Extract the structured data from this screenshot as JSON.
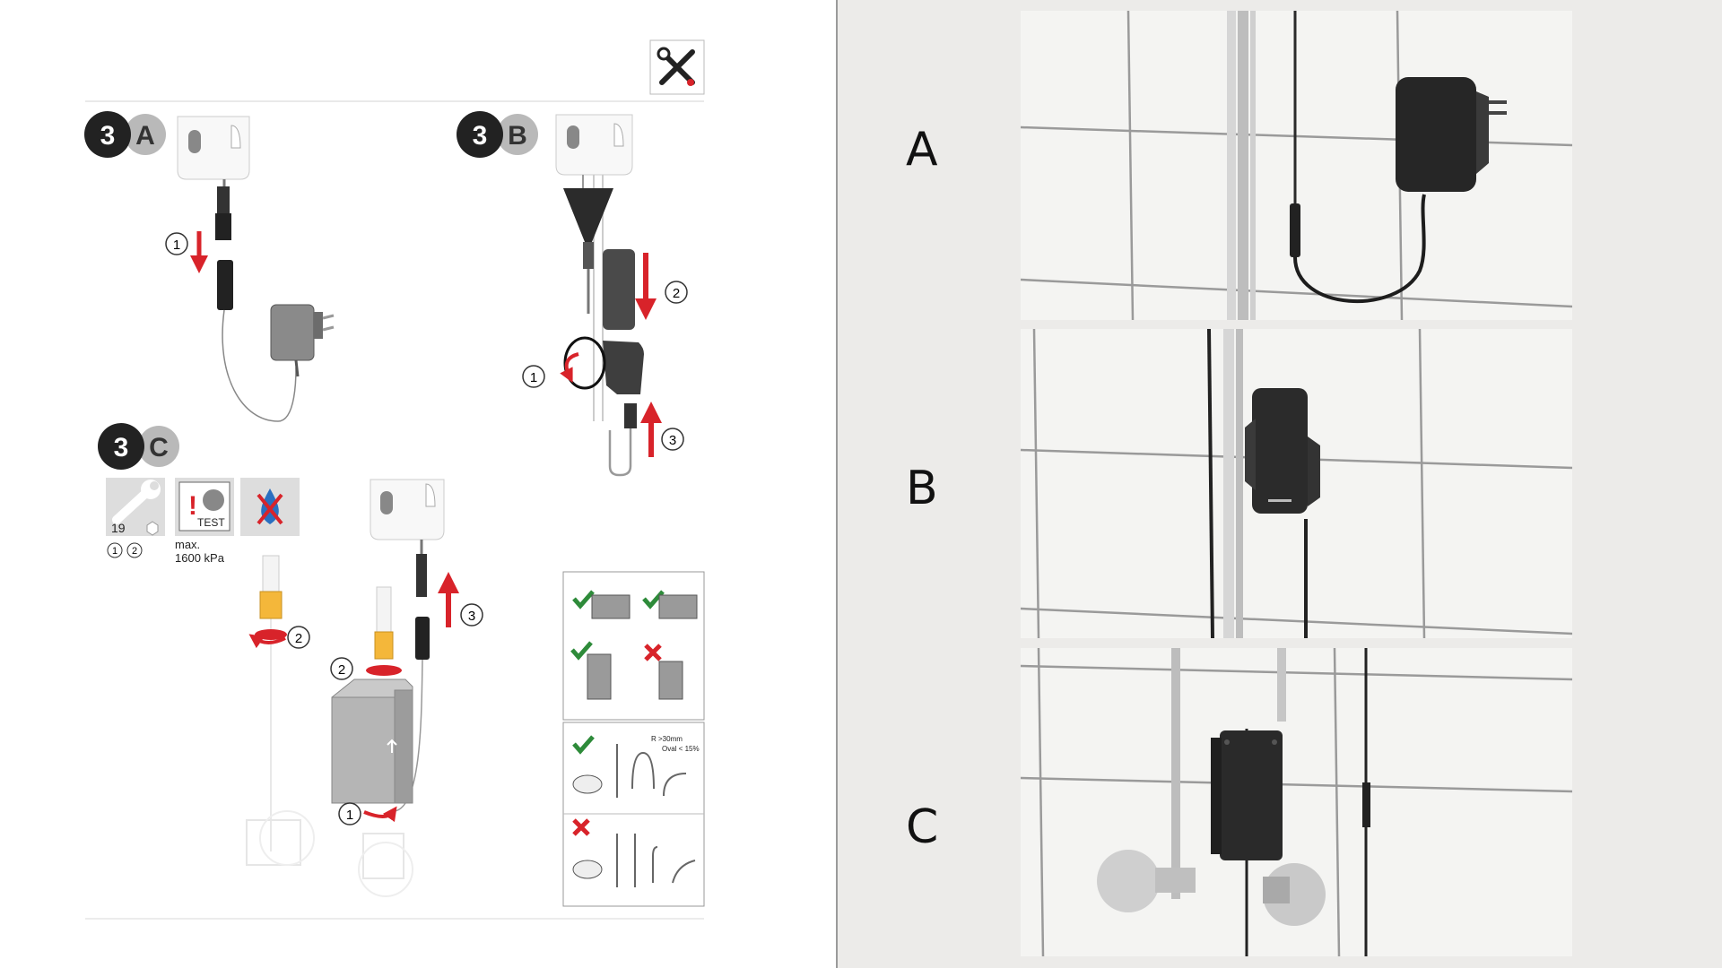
{
  "manual": {
    "tools_icon": "wrench-screwdriver-icon",
    "section_a": {
      "number": "3",
      "letter": "A",
      "step1": "1"
    },
    "section_b": {
      "number": "3",
      "letter": "B",
      "step1": "1",
      "step2": "2",
      "step3": "3"
    },
    "section_c": {
      "number": "3",
      "letter": "C",
      "wrench_size": "19",
      "wrench_steps": [
        "1",
        "2"
      ],
      "test_label": "TEST",
      "pressure_line1": "max.",
      "pressure_line2": "1600 kPa",
      "step1": "1",
      "step2": "2",
      "step2b": "2",
      "step3": "3"
    },
    "hose_spec": {
      "radius": "R >30mm",
      "oval": "Oval < 15%"
    }
  },
  "photos": [
    {
      "label": "A",
      "subject": "wall power adapter connected to faucet cable"
    },
    {
      "label": "B",
      "subject": "battery box mounted on supply pipe"
    },
    {
      "label": "C",
      "subject": "solenoid valve box between angle valves"
    }
  ],
  "colors": {
    "accent_red": "#d8232a",
    "check_green": "#2e8b3a",
    "device_dark": "#2b2b2b",
    "badge_dark": "#222222",
    "badge_light": "#b5b5b5"
  }
}
